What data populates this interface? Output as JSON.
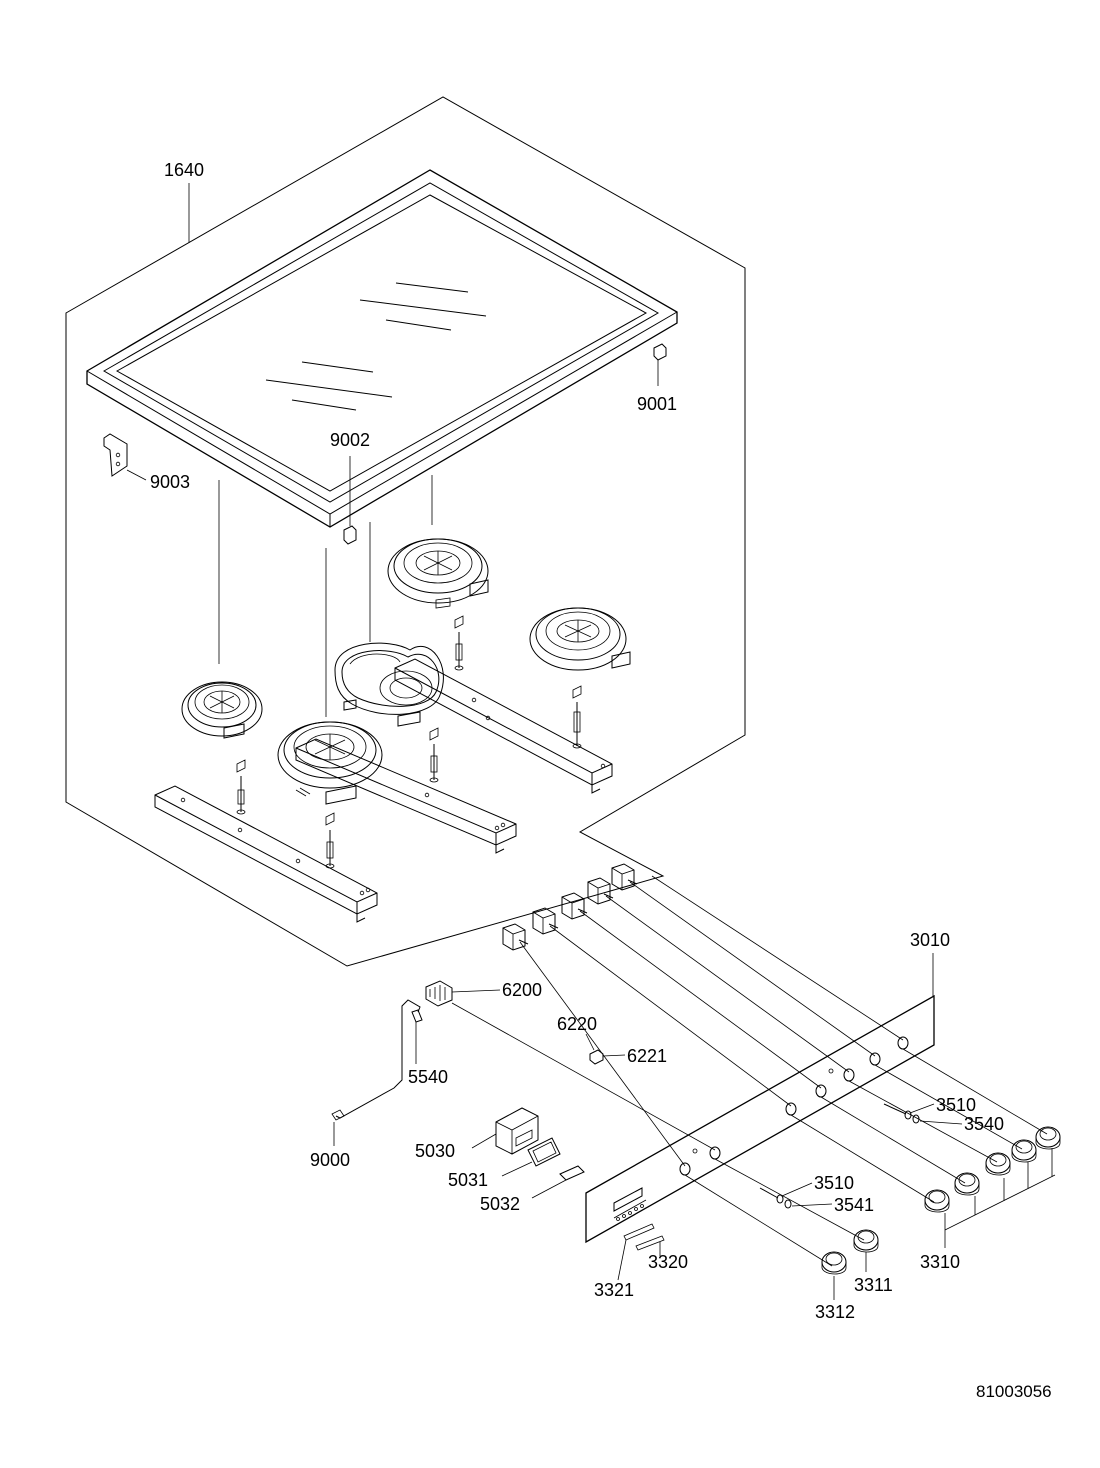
{
  "labels": {
    "p1640": "1640",
    "p9001": "9001",
    "p9002": "9002",
    "p9003": "9003",
    "p3010": "3010",
    "p6200": "6200",
    "p6220": "6220",
    "p6221": "6221",
    "p5540": "5540",
    "p9000": "9000",
    "p5030": "5030",
    "p5031": "5031",
    "p5032": "5032",
    "p3510a": "3510",
    "p3540": "3540",
    "p3510b": "3510",
    "p3541": "3541",
    "p3320": "3320",
    "p3321": "3321",
    "p3311": "3311",
    "p3312": "3312",
    "p3310": "3310"
  },
  "document_number": "81003056"
}
